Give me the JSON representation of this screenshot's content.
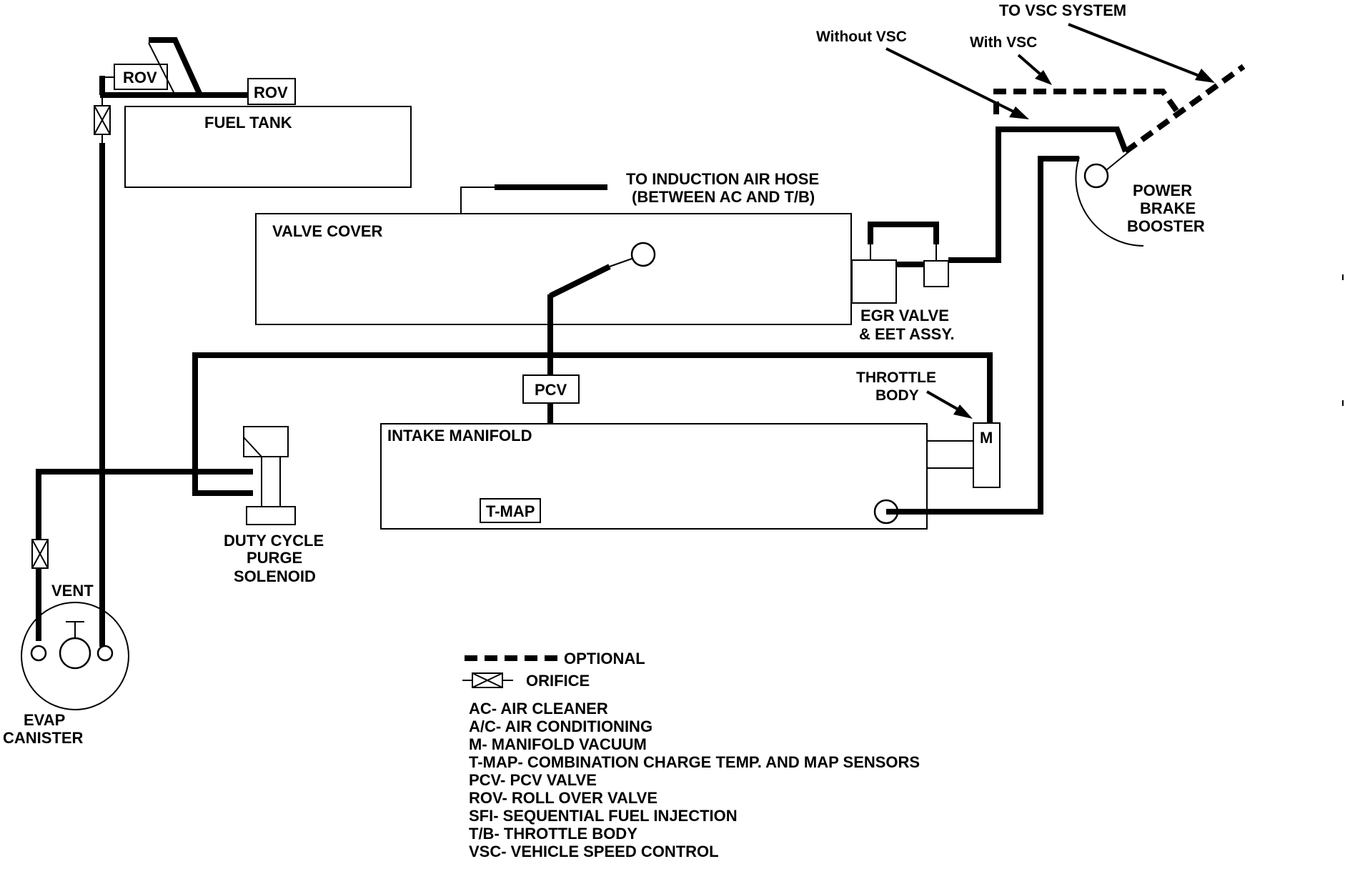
{
  "labels": {
    "to_vsc_system": "TO VSC SYSTEM",
    "without_vsc": "Without VSC",
    "with_vsc": "With VSC",
    "rov_left": "ROV",
    "rov_right": "ROV",
    "fuel_tank": "FUEL TANK",
    "induction_line1": "TO INDUCTION AIR HOSE",
    "induction_line2": "(BETWEEN AC AND T/B)",
    "valve_cover": "VALVE COVER",
    "power_brake_booster": [
      "POWER",
      "BRAKE",
      "BOOSTER"
    ],
    "egr_valve": [
      "EGR VALVE",
      "& EET ASSY."
    ],
    "throttle_body": [
      "THROTTLE",
      "BODY"
    ],
    "m": "M",
    "pcv": "PCV",
    "intake_manifold": "INTAKE MANIFOLD",
    "t_map": "T-MAP",
    "duty_cycle": [
      "DUTY CYCLE",
      "PURGE",
      "SOLENOID"
    ],
    "vent": "VENT",
    "evap_canister": [
      "EVAP",
      "CANISTER"
    ]
  },
  "legend": {
    "optional": "OPTIONAL",
    "orifice": "ORIFICE",
    "abbreviations": [
      "AC- AIR CLEANER",
      "A/C- AIR CONDITIONING",
      "M- MANIFOLD VACUUM",
      "T-MAP- COMBINATION CHARGE TEMP. AND  MAP SENSORS",
      "PCV- PCV VALVE",
      "ROV- ROLL OVER VALVE",
      "SFI- SEQUENTIAL FUEL INJECTION",
      "T/B- THROTTLE BODY",
      "VSC- VEHICLE SPEED CONTROL"
    ]
  }
}
